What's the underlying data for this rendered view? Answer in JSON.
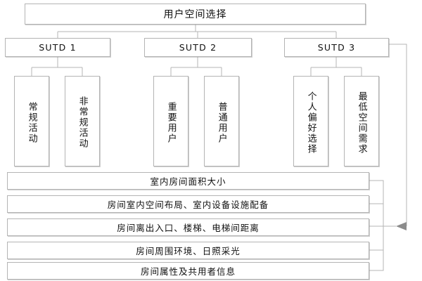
{
  "diagram": {
    "type": "hierarchy-tree",
    "root": {
      "label": "用户空间选择"
    },
    "branches": [
      {
        "id": "sutd-1",
        "label": "SUTD 1",
        "leaves": [
          {
            "id": "leaf-1",
            "label": "常规活动"
          },
          {
            "id": "leaf-2",
            "label": "非常规活动"
          }
        ]
      },
      {
        "id": "sutd-2",
        "label": "SUTD 2",
        "leaves": [
          {
            "id": "leaf-3",
            "label": "重要用户"
          },
          {
            "id": "leaf-4",
            "label": "普通用户"
          }
        ]
      },
      {
        "id": "sutd-3",
        "label": "SUTD 3",
        "leaves": [
          {
            "id": "leaf-5",
            "label": "个人偏好选择"
          },
          {
            "id": "leaf-6",
            "label": "最低空间需求"
          }
        ]
      }
    ],
    "attribute_rows": [
      {
        "id": "row-1",
        "label": "室内房间面积大小"
      },
      {
        "id": "row-2",
        "label": "房间室内空间布局、室内设备设施配备"
      },
      {
        "id": "row-3",
        "label": "房间离出入口、楼梯、电梯间距离"
      },
      {
        "id": "row-4",
        "label": "房间周围环境、日照采光"
      },
      {
        "id": "row-5",
        "label": "房间属性及共用者信息"
      }
    ],
    "colors": {
      "background": "#ffffff",
      "box_border": "#b4b4b4",
      "connector": "#b4b4b4",
      "text": "#111111",
      "arrow_fill": "#8c8c8c"
    },
    "feedback_connector": {
      "from": "sutd-3",
      "to": "row-3",
      "arrow_direction": "left"
    }
  }
}
